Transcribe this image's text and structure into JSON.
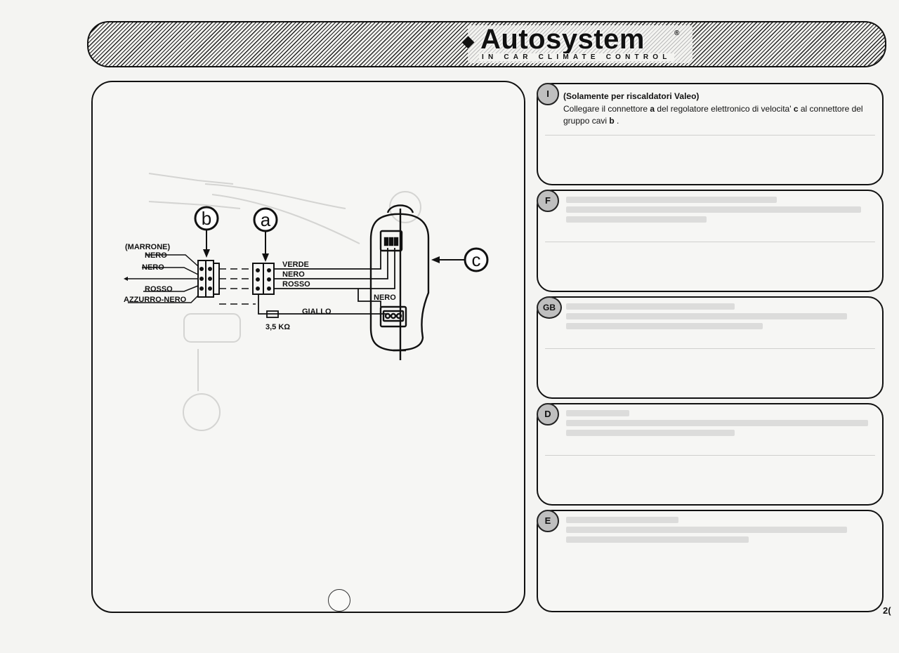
{
  "header": {
    "brand": "Autosystem",
    "registered_mark": "®",
    "tagline": "IN CAR CLIMATE CONTROL"
  },
  "figure": {
    "callouts": [
      "b",
      "a",
      "c"
    ],
    "labels_left": [
      "(MARRONE)",
      "NERO",
      "NERO",
      "ROSSO",
      "AZZURRO-NERO"
    ],
    "labels_right": [
      "VERDE",
      "NERO",
      "ROSSO"
    ],
    "label_giallo": "GIALLO",
    "label_nero_connector": "NERO",
    "resistor_value": "3,5 KΩ"
  },
  "languages": [
    {
      "code": "I",
      "title": "(Solamente per riscaldatori Valeo)",
      "text_before_a": "Collegare il connettore ",
      "a": "a",
      "text_mid": " del regolatore elettronico di velocita' ",
      "c": "c",
      "text_after_c": " al connettore del gruppo cavi ",
      "b": "b",
      "text_end": " ."
    },
    {
      "code": "F"
    },
    {
      "code": "GB"
    },
    {
      "code": "D"
    },
    {
      "code": "E"
    }
  ],
  "page_number": "2("
}
